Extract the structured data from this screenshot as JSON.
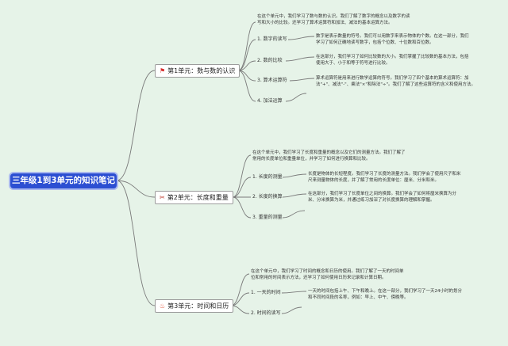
{
  "root": {
    "title": "三年级1到3单元的知识笔记"
  },
  "colors": {
    "background": "#e6f3e8",
    "root_fill": "#2c4fd2",
    "branch_line": "#7a7a7a"
  },
  "units": [
    {
      "title": "第1单元：数与数的认识",
      "icon": "red-flag-icon",
      "intro": [
        "在这个单元中，我们学习了数与数的认识。我们了解了数字的概念以及数字的读",
        "写和大小的比较。还学习了算术运算符和加法、减法的基本运算方法。"
      ],
      "topics": [
        {
          "label": "1. 数字的读写",
          "detail": [
            "数字是表示数量的符号。我们可以用数字来表示物体的个数。在这一部分，我们",
            "学习了如何正确地读写数字，包括个位数、十位数和百位数。"
          ]
        },
        {
          "label": "2. 数的比较",
          "detail": [
            "在这部分，我们学习了如何比较数的大小。我们掌握了比较数的基本方法，包括",
            "使用大于、小于和等于符号进行比较。"
          ]
        },
        {
          "label": "3. 算术运算符",
          "detail": [
            "算术运算符是用来进行数学运算的符号。我们学习了四个基本的算术运算符：加",
            "法\"+\"、减法\"-\"、乘法\"×\"和除法\"÷\"。我们了解了这些运算符的含义和使用方法。"
          ]
        },
        {
          "label": "4. 加法运算",
          "detail": []
        }
      ]
    },
    {
      "title": "第2单元：长度和重量",
      "icon": "scissors-icon",
      "intro": [
        "在这个单元中，我们学习了长度和重量的概念以及它们的测量方法。我们了解了",
        "常用的长度单位和重量单位，并学习了如何进行换算和比较。"
      ],
      "topics": [
        {
          "label": "1. 长度的测量",
          "detail": [
            "长度是物体的长短程度。我们学习了长度的测量方法。我们学会了使用尺子和米",
            "尺来测量物体的长度，并了解了常用的长度单位：厘米、分米和米。"
          ]
        },
        {
          "label": "2. 长度的换算",
          "detail": [
            "在这部分，我们学习了长度单位之间的换算。我们学会了如何将厘米换算为分",
            "米、分米换算为米，并通过练习加深了对长度换算的理解和掌握。"
          ]
        },
        {
          "label": "3. 重量的测量",
          "detail": []
        }
      ]
    },
    {
      "title": "第3单元：时间和日历",
      "icon": "fire-icon",
      "intro": [
        "在这个单元中，我们学习了时间的概念和日历的使用。我们了解了一天的时间单",
        "位和常用的时间表示方法，还学习了如何使用日历来记录和计算日期。"
      ],
      "topics": [
        {
          "label": "1. 一天的时间",
          "detail": [
            "一天的时间包括上午、下午和晚上。在这一部分，我们学习了一天24小时的划分",
            "和不同时间段的名称，例如：早上、中午、傍晚等。"
          ]
        },
        {
          "label": "2. 时间的读写",
          "detail": []
        }
      ]
    }
  ]
}
